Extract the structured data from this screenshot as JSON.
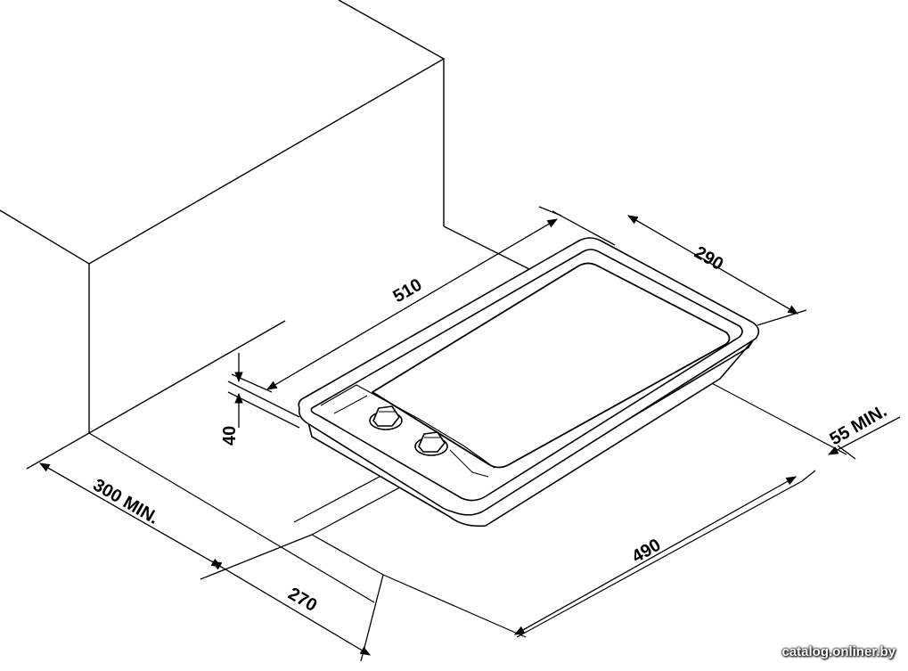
{
  "dimensions": {
    "width_top": "510",
    "depth_top": "290",
    "height": "40",
    "cutout_width": "490",
    "cutout_depth": "270",
    "wall_clearance": "300 MIN.",
    "side_clearance": "55 MIN."
  },
  "watermark": "catalog.onliner.by",
  "colors": {
    "line": "#000000",
    "panel": "#ffffff"
  },
  "icons": [
    "control-knob-icon",
    "burner-plate-icon",
    "dimension-arrow-icon"
  ]
}
